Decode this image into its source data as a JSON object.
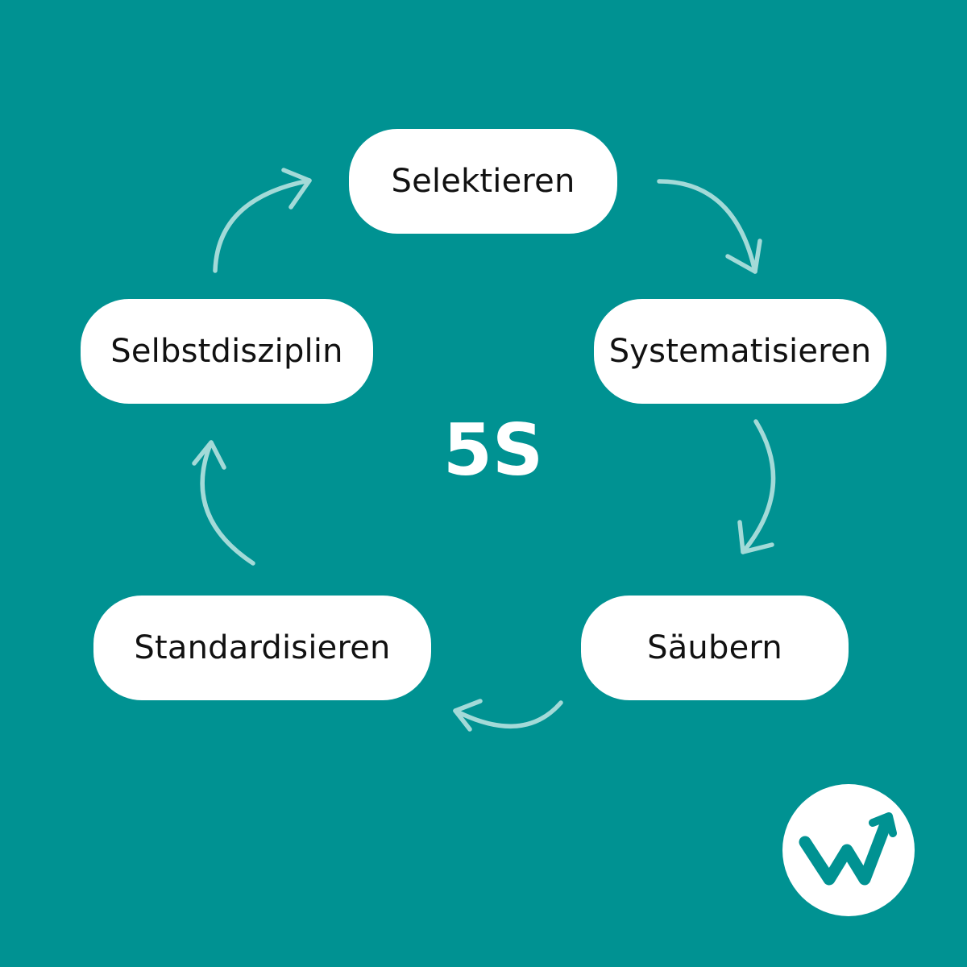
{
  "center_label": "5S",
  "steps": [
    {
      "label": "Selektieren"
    },
    {
      "label": "Systematisieren"
    },
    {
      "label": "Säubern"
    },
    {
      "label": "Standardisieren"
    },
    {
      "label": "Selbstdisziplin"
    }
  ],
  "colors": {
    "background": "#009292",
    "pill_fill": "#ffffff",
    "pill_text": "#111111",
    "arrow": "#a3dad8",
    "logo_mark": "#009292"
  },
  "icons": [
    "cycle-arrow-icon",
    "logo-w-arrow-icon"
  ]
}
